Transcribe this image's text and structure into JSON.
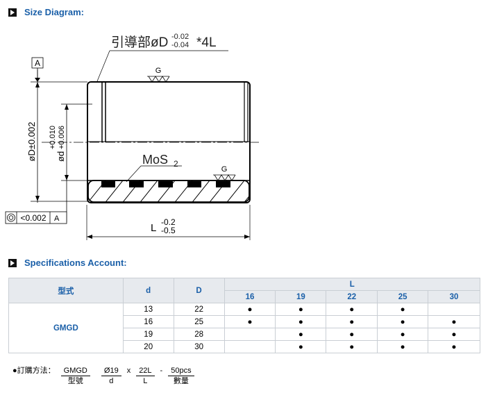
{
  "sections": {
    "size_title": "Size Diagram:",
    "spec_title": "Specifications Account:"
  },
  "diagram": {
    "guide_label_prefix": "引導部",
    "guide_label_d": "øD",
    "tol_upper": "-0.02",
    "tol_lower": "-0.04",
    "guide_label_suffix": "*4L",
    "datum": "A",
    "g_top": "G",
    "g_bottom": "G",
    "mos2": "MoS",
    "mos2_sub": "2",
    "dim_D": "øD±0.002",
    "dim_d_base": "ød",
    "dim_d_upper": "+0.010",
    "dim_d_lower": "+0.006",
    "concentricity_value": "<0.002",
    "concentricity_datum": "A",
    "len_base": "L",
    "len_upper": "-0.2",
    "len_lower": "-0.5"
  },
  "table": {
    "header": {
      "model": "型式",
      "d": "d",
      "D": "D",
      "L": "L"
    },
    "L_values": [
      "16",
      "19",
      "22",
      "25",
      "30"
    ],
    "model_name": "GMGD",
    "rows": [
      {
        "d": "13",
        "D": "22",
        "marks": [
          "●",
          "●",
          "●",
          "●",
          ""
        ]
      },
      {
        "d": "16",
        "D": "25",
        "marks": [
          "●",
          "●",
          "●",
          "●",
          "●"
        ]
      },
      {
        "d": "19",
        "D": "28",
        "marks": [
          "",
          "●",
          "●",
          "●",
          "●"
        ]
      },
      {
        "d": "20",
        "D": "30",
        "marks": [
          "",
          "●",
          "●",
          "●",
          "●"
        ]
      }
    ]
  },
  "order": {
    "label": "●訂購方法：",
    "items": [
      {
        "top": "GMGD",
        "bottom": "型號"
      },
      {
        "top": "Ø19",
        "bottom": "d"
      },
      {
        "top": "22L",
        "bottom": "L"
      },
      {
        "top": "50pcs",
        "bottom": "數量"
      }
    ],
    "sep1": "x",
    "sep2": "-",
    "sep3": "-"
  }
}
